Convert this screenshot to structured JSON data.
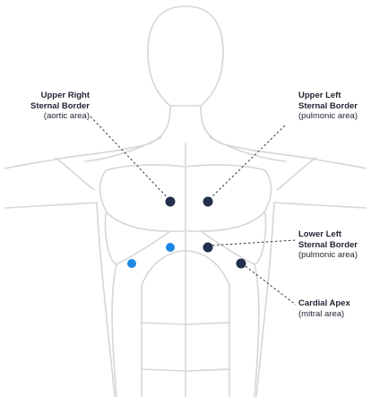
{
  "colors": {
    "outline": "#d6d6d6",
    "marker_primary": "#232f4d",
    "marker_alternate": "#1e88e5",
    "leader": "#333a45"
  },
  "labels": {
    "upper_right": {
      "title_line1": "Upper Right",
      "title_line2": "Sternal Border",
      "subtitle": "(aortic area)"
    },
    "upper_left": {
      "title_line1": "Upper Left",
      "title_line2": "Sternal Border",
      "subtitle": "(pulmonic area)"
    },
    "lower_left": {
      "title_line1": "Lower Left",
      "title_line2": "Sternal Border",
      "subtitle": "(pulmonic area)"
    },
    "cardiac_apex": {
      "title_line1": "Cardial Apex",
      "subtitle": "(mitral area)"
    }
  }
}
